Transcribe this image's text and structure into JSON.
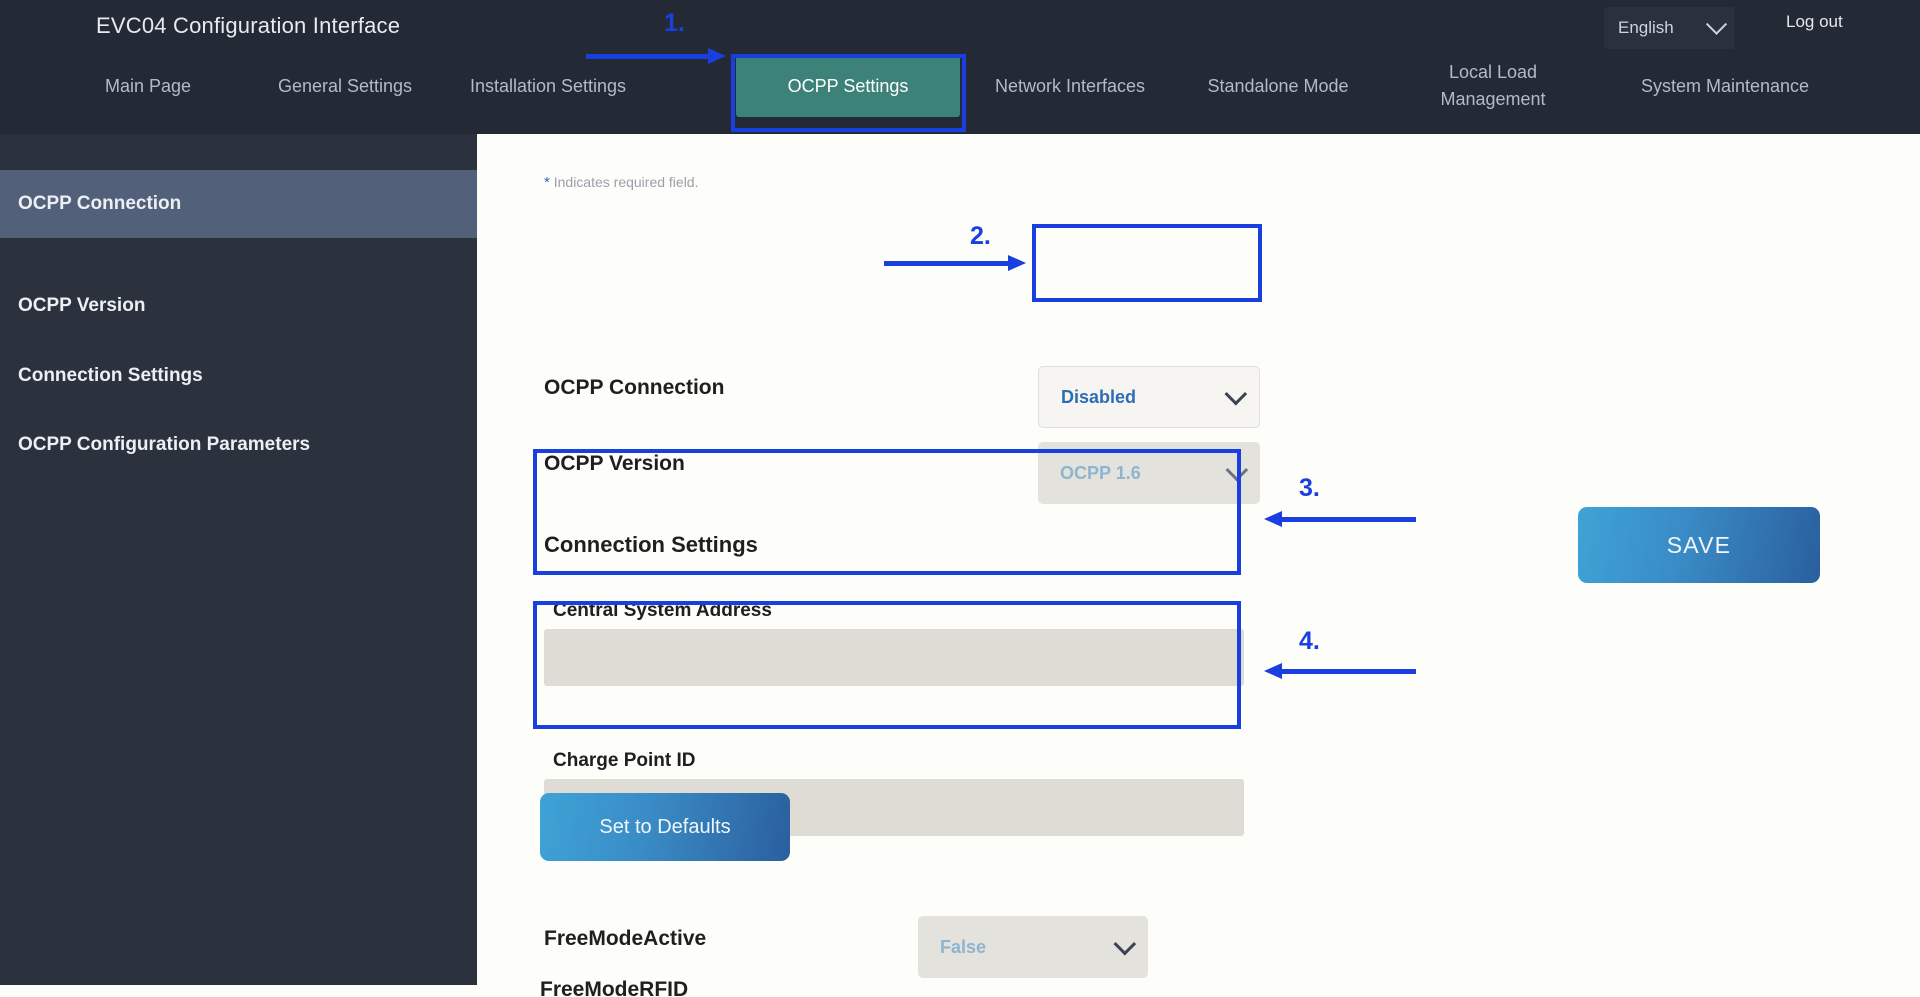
{
  "header": {
    "brand_title": "EVC04 Configuration Interface",
    "language": "English",
    "language_chevron_icon": "chevron-down-icon",
    "logout_label": "Log out"
  },
  "nav": {
    "items": [
      {
        "label": "Main Page",
        "active": false
      },
      {
        "label": "General Settings",
        "active": false
      },
      {
        "label": "Installation Settings",
        "active": false
      },
      {
        "label": "OCPP Settings",
        "active": true
      },
      {
        "label": "Network Interfaces",
        "active": false
      },
      {
        "label": "Standalone Mode",
        "active": false
      },
      {
        "label": "Local Load Management",
        "active": false
      },
      {
        "label": "System Maintenance",
        "active": false
      }
    ],
    "active_color": "#3d8278"
  },
  "sidebar": {
    "items": [
      {
        "label": "OCPP Connection",
        "active": true
      },
      {
        "label": "OCPP Version",
        "active": false
      },
      {
        "label": "Connection Settings",
        "active": false
      },
      {
        "label": "OCPP Configuration Parameters",
        "active": false
      }
    ],
    "active_color": "#53607a",
    "background": "#2b323e"
  },
  "main": {
    "required_note_star": "*",
    "required_note_text": "Indicates required field.",
    "ocpp_connection": {
      "label": "OCPP Connection",
      "value": "Disabled",
      "chevron_icon": "chevron-down-icon",
      "state": "enabled"
    },
    "ocpp_version": {
      "label": "OCPP Version",
      "value": "OCPP 1.6",
      "chevron_icon": "chevron-down-icon",
      "state": "disabled"
    },
    "connection_settings_title": "Connection Settings",
    "central_system_address": {
      "label": "Central System Address",
      "value": "",
      "placeholder": ""
    },
    "charge_point_id": {
      "label": "Charge Point ID",
      "value": "",
      "placeholder": ""
    },
    "set_to_defaults_label": "Set to Defaults",
    "free_mode_active": {
      "label": "FreeModeActive",
      "value": "False",
      "chevron_icon": "chevron-down-icon"
    },
    "clipped_row_label": "FreeModeRFID",
    "save_label": "SAVE"
  },
  "annotations": {
    "color": "#1a3fe0",
    "steps": [
      {
        "number": "1.",
        "target": "OCPP Settings tab"
      },
      {
        "number": "2.",
        "target": "OCPP Connection dropdown"
      },
      {
        "number": "3.",
        "target": "Central System Address field"
      },
      {
        "number": "4.",
        "target": "Charge Point ID field"
      }
    ]
  }
}
